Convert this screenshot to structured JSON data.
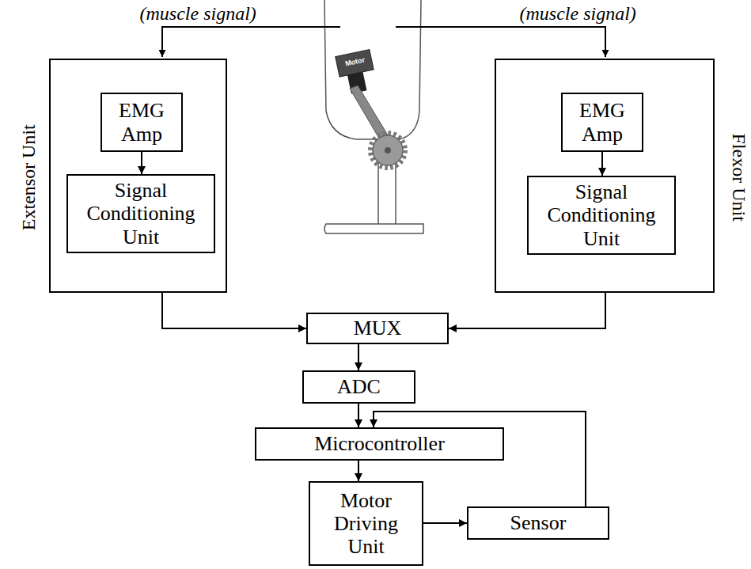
{
  "diagram": {
    "nodes": [
      {
        "text": [
          "Extensor Unit"
        ]
      },
      {
        "text": [
          "EMG Amp"
        ],
        "in": 0
      },
      {
        "text": [
          "Signal Conditioning Unit"
        ],
        "in": 0
      },
      {
        "text": [
          "Flexor Unit"
        ]
      },
      {
        "text": [
          "EMG Amp"
        ],
        "in": 3
      },
      {
        "text": [
          "Signal Conditioning Unit"
        ],
        "in": 3
      },
      {
        "text": [
          "MUX"
        ]
      },
      {
        "text": [
          "ADC"
        ]
      },
      {
        "text": [
          "Microcontroller"
        ]
      },
      {
        "text": [
          "Motor Driving Unit"
        ]
      },
      {
        "text": [
          "Sensor"
        ]
      }
    ],
    "edges": [
      {
        "from": 1,
        "to": 2,
        "arrow": "to"
      },
      {
        "from": 4,
        "to": 5,
        "arrow": "to"
      },
      {
        "from": 0,
        "to": 6,
        "arrow": "to"
      },
      {
        "from": 3,
        "to": 6,
        "arrow": "to"
      },
      {
        "from": 6,
        "to": 7,
        "arrow": "to"
      },
      {
        "from": 7,
        "to": 8,
        "arrow": "to"
      },
      {
        "from": 8,
        "to": 9,
        "arrow": "to"
      },
      {
        "from": 9,
        "to": 10,
        "arrow": "to"
      },
      {
        "from": 10,
        "to": 8,
        "arrow": "to"
      }
    ],
    "labels": [
      "(muscle signal)",
      "(muscle signal)",
      "Motor"
    ]
  }
}
